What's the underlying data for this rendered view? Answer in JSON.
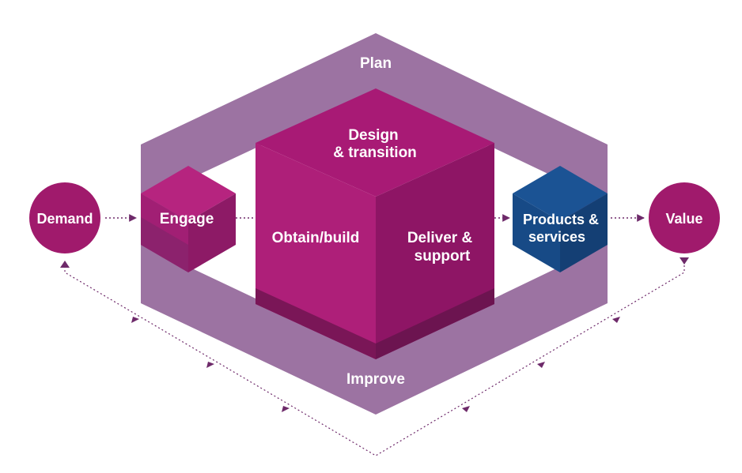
{
  "diagram": {
    "nodes": {
      "demand": "Demand",
      "value": "Value",
      "engage": "Engage",
      "plan": "Plan",
      "improve": "Improve",
      "design_line1": "Design",
      "design_line2": "& transition",
      "obtain": "Obtain/build",
      "deliver_line1": "Deliver &",
      "deliver_line2": "support",
      "products_line1": "Products &",
      "products_line2": "services"
    }
  },
  "colors": {
    "frame": "#9c73a2",
    "cube_top": "#a81a75",
    "cube_left": "#ae1f79",
    "cube_right": "#8e1565",
    "cube_base": "#7a1657",
    "circle": "#a01a6c",
    "products_top": "#1b5394",
    "products_front": "#174a86",
    "arrow": "#6e2a6a"
  },
  "icons": {
    "flow_arrow": "arrowhead-icon",
    "feedback_loop": "dotted-return-arrow"
  }
}
